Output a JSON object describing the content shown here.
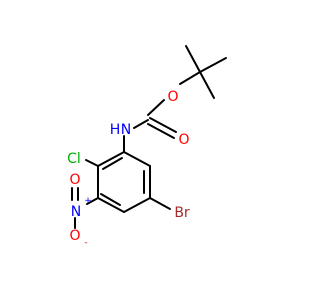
{
  "molecule": {
    "atoms": {
      "n": "N",
      "h": "H",
      "o_ester": "O",
      "o_carbonyl": "O",
      "cl": "Cl",
      "n_nitro": "N",
      "n_charge": "+",
      "o_nitro_top": "O",
      "o_nitro_left": "O",
      "o_charge": "-",
      "br": "Br"
    },
    "colors": {
      "bond": "#000000",
      "nitrogen": "#0000ff",
      "oxygen": "#ff0000",
      "chlorine": "#00b000",
      "bromine": "#a52a2a"
    }
  }
}
